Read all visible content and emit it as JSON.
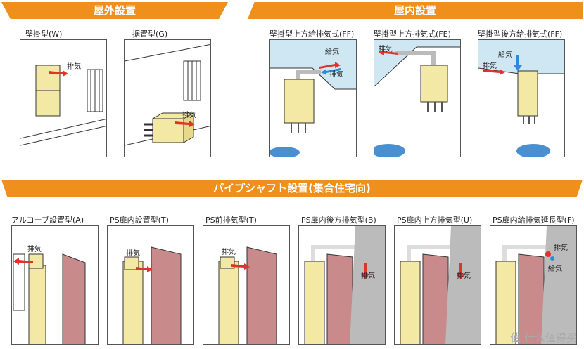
{
  "sections": {
    "outdoor": "屋外設置",
    "indoor": "屋内設置",
    "pipeshaft": "パイプシャフト設置(集合住宅向)"
  },
  "panels": [
    {
      "label": "壁掛型(W)",
      "callouts": [
        "排気"
      ]
    },
    {
      "label": "据置型(G)",
      "callouts": [
        "排気"
      ]
    },
    {
      "label": "壁掛型上方給排気式(FF)",
      "callouts": [
        "給気",
        "排気"
      ]
    },
    {
      "label": "壁掛型上方排気式(FE)",
      "callouts": [
        "排気"
      ]
    },
    {
      "label": "壁掛型後方給排気式(FF)",
      "callouts": [
        "給気",
        "排気"
      ]
    },
    {
      "label": "アルコーブ設置型(A)",
      "callouts": [
        "排気"
      ]
    },
    {
      "label": "PS扉内設置型(T)",
      "callouts": [
        "排気"
      ]
    },
    {
      "label": "PS前排気型(T)",
      "callouts": [
        "排気"
      ]
    },
    {
      "label": "PS扉内後方排気型(B)",
      "callouts": [
        "排気"
      ]
    },
    {
      "label": "PS扉内上方排気型(U)",
      "callouts": [
        "排気"
      ]
    },
    {
      "label": "PS扉内給排気延長型(F)",
      "callouts": [
        "排気",
        "給気"
      ]
    }
  ],
  "watermark": "值 什么值得买",
  "colors": {
    "banner": "#f0901c",
    "heater": "#f3e9a4",
    "door": "#c98a8c",
    "arrow_red": "#e2332a",
    "arrow_blue": "#2e8ad8",
    "sky": "#cfe6f3"
  }
}
